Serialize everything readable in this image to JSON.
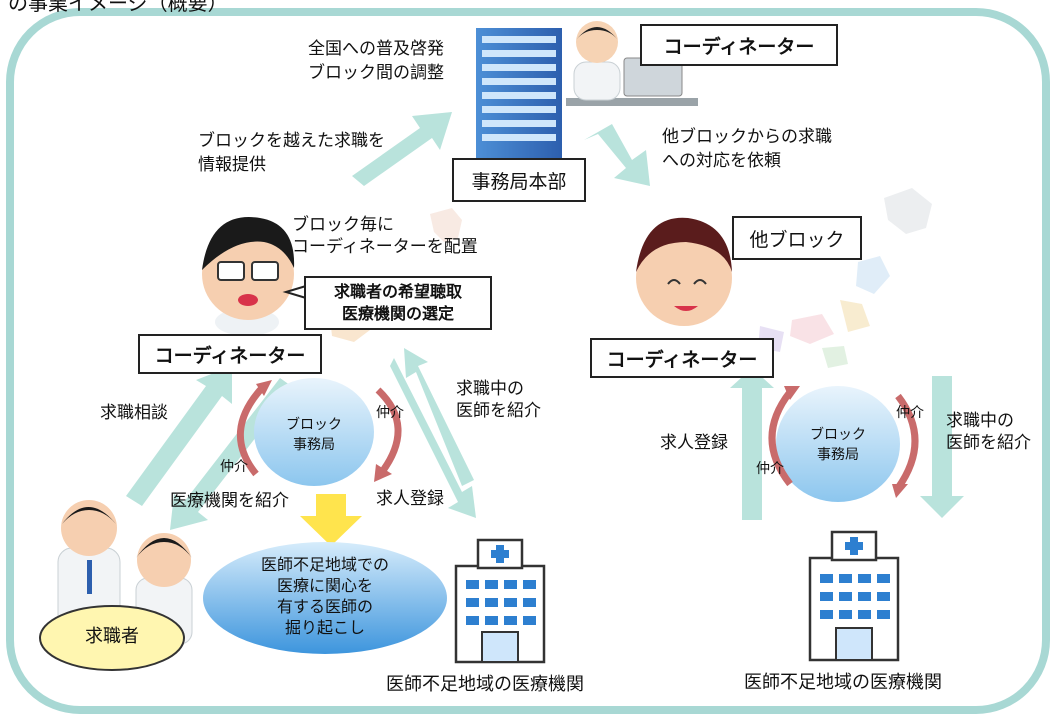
{
  "header_fragment": "の事業イメージ（概要）",
  "hq": {
    "label": "事務局本部",
    "coordinator": "コーディネーター",
    "role_line1": "全国への普及啓発",
    "role_line2": "ブロック間の調整"
  },
  "arrows": {
    "cross_block_line1": "ブロックを越えた求職を",
    "cross_block_line2": "情報提供",
    "other_request_line1": "他ブロックからの求職",
    "other_request_line2": "への対応を依頼"
  },
  "left_block": {
    "placement_line1": "ブロック毎に",
    "placement_line2": "コーディネーターを配置",
    "speech_line1": "求職者の希望聴取",
    "speech_line2": "医療機関の選定",
    "coordinator": "コーディネーター",
    "consult": "求職相談",
    "intro_doctor_line1": "求職中の",
    "intro_doctor_line2": "医師を紹介",
    "office_line1": "ブロック",
    "office_line2": "事務局",
    "mediate_right": "仲介",
    "mediate_left": "仲介",
    "intro_hospital": "医療機関を紹介",
    "job_register": "求人登録",
    "seeker": "求職者",
    "outreach_line1": "医師不足地域での",
    "outreach_line2": "医療に関心を",
    "outreach_line3": "有する医師の",
    "outreach_line4": "掘り起こし",
    "hospital": "医師不足地域の医療機関"
  },
  "right_block": {
    "other_block": "他ブロック",
    "coordinator": "コーディネーター",
    "job_register": "求人登録",
    "mediate_left": "仲介",
    "mediate_right": "仲介",
    "office_line1": "ブロック",
    "office_line2": "事務局",
    "intro_doctor_line1": "求職中の",
    "intro_doctor_line2": "医師を紹介",
    "hospital": "医師不足地域の医療機関"
  },
  "colors": {
    "frame": "#a8d8d4",
    "arrow": "#b9e3dc",
    "office_blue": "#9fd0ef",
    "outreach_blue": "#5aa9e6",
    "mediate_red": "#c96b6b",
    "seeker_yellow": "#fff6b0",
    "down_arrow_yellow": "#ffe44d"
  },
  "icons": [
    "office-building-icon",
    "person-at-laptop-icon",
    "doctor-icon",
    "japan-map-icon",
    "hospital-icon"
  ]
}
